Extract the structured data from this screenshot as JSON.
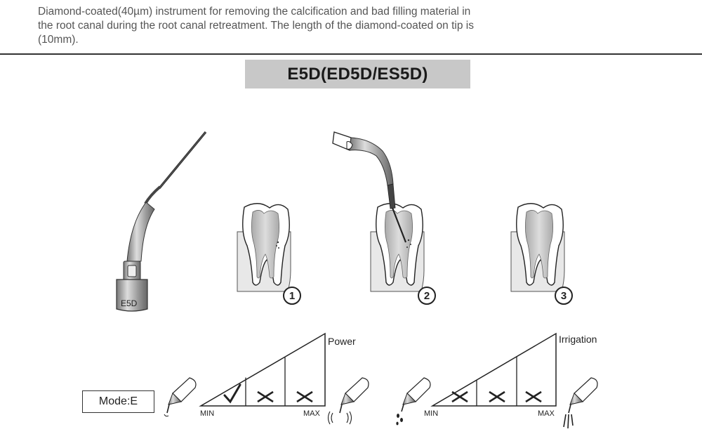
{
  "description": "Diamond-coated(40µm) instrument for removing the calcification and bad filling material in the root canal during the root canal retreatment. The length of the diamond-coated on tip is (10mm).",
  "title": "E5D(ED5D/ES5D)",
  "tip_label": "E5D",
  "steps": [
    "1",
    "2",
    "3"
  ],
  "mode_label": "Mode:E",
  "power_scale": {
    "label": "Power",
    "min_label": "MIN",
    "max_label": "MAX",
    "segments": [
      "check",
      "cross",
      "cross"
    ]
  },
  "irrigation_scale": {
    "label": "Irrigation",
    "min_label": "MIN",
    "max_label": "MAX",
    "segments": [
      "cross",
      "cross",
      "cross"
    ]
  },
  "icons": [
    "check-icon",
    "cross-icon",
    "handpiece-icon",
    "tooth-icon",
    "vibration-icon",
    "water-drop-icon"
  ]
}
